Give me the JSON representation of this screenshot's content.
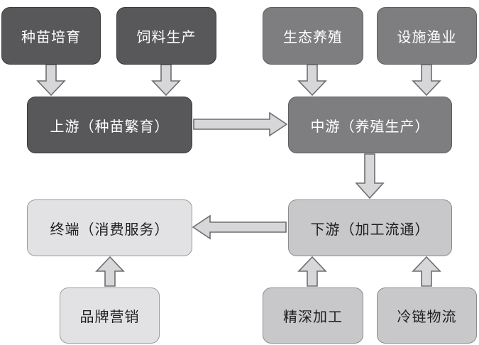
{
  "top_sources": {
    "seedling": "种苗培育",
    "feed": "饲料生产",
    "ecology": "生态养殖",
    "facility": "设施渔业"
  },
  "stages": {
    "upstream": "上游（种苗繁育）",
    "midstream": "中游（养殖生产）",
    "downstream": "下游（加工流通）",
    "terminal": "终端（消费服务）"
  },
  "bottom_sources": {
    "brand": "品牌营销",
    "processing": "精深加工",
    "coldchain": "冷链物流"
  },
  "colors": {
    "dark": "#58585a",
    "medium": "#7e7e80",
    "light": "#c8c8ca",
    "lightest": "#e2e2e4",
    "arrow_fill": "#d7d7d9"
  }
}
